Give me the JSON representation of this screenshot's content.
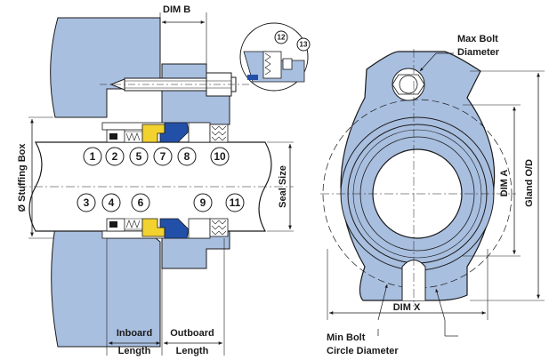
{
  "labels": {
    "dim_b": "DIM B",
    "stuffing_box": "Ø Stuffing Box",
    "seal_size": "Seal Size",
    "inboard_1": "Inboard",
    "inboard_2": "Length",
    "outboard_1": "Outboard",
    "outboard_2": "Length",
    "max_bolt_1": "Max Bolt",
    "max_bolt_2": "Diameter",
    "dim_a": "DIM A",
    "gland_od": "Gland O/D",
    "dim_x": "DIM X",
    "min_bolt_1": "Min Bolt",
    "min_bolt_2": "Circle Diameter"
  },
  "callouts": [
    "1",
    "2",
    "5",
    "7",
    "8",
    "10",
    "3",
    "4",
    "6",
    "9",
    "11",
    "12",
    "13"
  ],
  "colors": {
    "housing": "#a9bfe0",
    "housing_dark": "#8ea9d3",
    "line": "#1a1a1a",
    "seal_blue": "#2250a8",
    "seal_yellow": "#f2d22e",
    "white": "#ffffff"
  }
}
